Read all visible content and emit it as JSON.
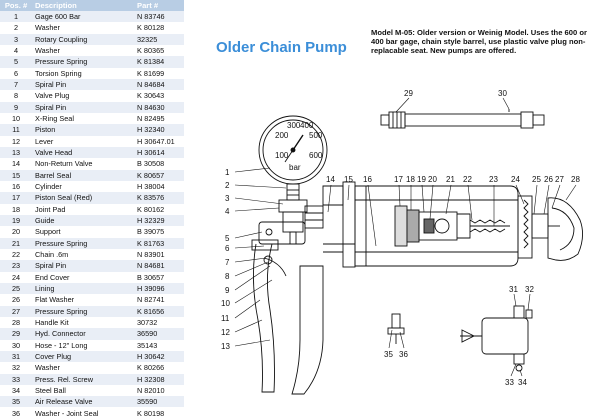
{
  "table": {
    "headers": {
      "pos": "Pos. #",
      "desc": "Description",
      "part": "Part #"
    },
    "rows": [
      {
        "pos": "1",
        "desc": "Gage 600 Bar",
        "part": "N 83746"
      },
      {
        "pos": "2",
        "desc": "Washer",
        "part": "K 80128"
      },
      {
        "pos": "3",
        "desc": "Rotary Coupling",
        "part": "32325"
      },
      {
        "pos": "4",
        "desc": "Washer",
        "part": "K 80365"
      },
      {
        "pos": "5",
        "desc": "Pressure Spring",
        "part": "K 81384"
      },
      {
        "pos": "6",
        "desc": "Torsion Spring",
        "part": "K 81699"
      },
      {
        "pos": "7",
        "desc": "Spiral Pin",
        "part": "N 84684"
      },
      {
        "pos": "8",
        "desc": "Valve Plug",
        "part": "K 30643"
      },
      {
        "pos": "9",
        "desc": "Spiral Pin",
        "part": "N 84630"
      },
      {
        "pos": "10",
        "desc": "X-Ring Seal",
        "part": "N 82495"
      },
      {
        "pos": "11",
        "desc": "Piston",
        "part": "H 32340"
      },
      {
        "pos": "12",
        "desc": "Lever",
        "part": "H 30647.01"
      },
      {
        "pos": "13",
        "desc": "Valve Head",
        "part": "H 30614"
      },
      {
        "pos": "14",
        "desc": "Non-Return Valve",
        "part": "B 30508"
      },
      {
        "pos": "15",
        "desc": "Barrel Seal",
        "part": "K 80657"
      },
      {
        "pos": "16",
        "desc": "Cylinder",
        "part": "H 38004"
      },
      {
        "pos": "17",
        "desc": "Piston Seal (Red)",
        "part": "K 83576"
      },
      {
        "pos": "18",
        "desc": "Joint Pad",
        "part": "K 80162"
      },
      {
        "pos": "19",
        "desc": "Guide",
        "part": "H 32329"
      },
      {
        "pos": "20",
        "desc": "Support",
        "part": "B 39075"
      },
      {
        "pos": "21",
        "desc": "Pressure Spring",
        "part": "K 81763"
      },
      {
        "pos": "22",
        "desc": "Chain .6m",
        "part": "N 83901"
      },
      {
        "pos": "23",
        "desc": "Spiral Pin",
        "part": "N 84681"
      },
      {
        "pos": "24",
        "desc": "End Cover",
        "part": "B 30657"
      },
      {
        "pos": "25",
        "desc": "Lining",
        "part": "H 39096"
      },
      {
        "pos": "26",
        "desc": "Flat Washer",
        "part": "N 82741"
      },
      {
        "pos": "27",
        "desc": "Pressure Spring",
        "part": "K 81656"
      },
      {
        "pos": "28",
        "desc": "Handle Kit",
        "part": "30732"
      },
      {
        "pos": "29",
        "desc": "Hyd. Connector",
        "part": "36590"
      },
      {
        "pos": "30",
        "desc": "Hose - 12\" Long",
        "part": "35143"
      },
      {
        "pos": "31",
        "desc": "Cover Plug",
        "part": "H 30642"
      },
      {
        "pos": "32",
        "desc": "Washer",
        "part": "K 80266"
      },
      {
        "pos": "33",
        "desc": "Press. Rel. Screw",
        "part": "H 32308"
      },
      {
        "pos": "34",
        "desc": "Steel Ball",
        "part": "N 82010"
      },
      {
        "pos": "35",
        "desc": "Air Release Valve",
        "part": "35590"
      },
      {
        "pos": "36",
        "desc": "Washer - Joint Seal",
        "part": "K 80198"
      }
    ]
  },
  "title": "Older Chain Pump",
  "model_note": "Model M-05: Older version or Weinig Model. Uses the 600 or 400 bar gage, chain style barrel, use plastic valve plug non-replacable seat. New pumps are offered.",
  "gauge": {
    "ticks": [
      "100",
      "200",
      "300",
      "400",
      "500",
      "600"
    ],
    "unit": "bar"
  },
  "callouts": {
    "c1": "1",
    "c2": "2",
    "c3": "3",
    "c4": "4",
    "c5": "5",
    "c6": "6",
    "c7": "7",
    "c8": "8",
    "c9": "9",
    "c10": "10",
    "c11": "11",
    "c12": "12",
    "c13": "13",
    "c14": "14",
    "c15": "15",
    "c16": "16",
    "c17": "17",
    "c18": "18",
    "c19": "19",
    "c20": "20",
    "c21": "21",
    "c22": "22",
    "c23": "23",
    "c24": "24",
    "c25": "25",
    "c26": "26",
    "c27": "27",
    "c28": "28",
    "c29": "29",
    "c30": "30",
    "c31": "31",
    "c32": "32",
    "c33": "33",
    "c34": "34",
    "c35": "35",
    "c36": "36"
  },
  "colors": {
    "header_bg": "#b8cde4",
    "title": "#3b8ed8",
    "row_alt": "#e9eef6"
  }
}
